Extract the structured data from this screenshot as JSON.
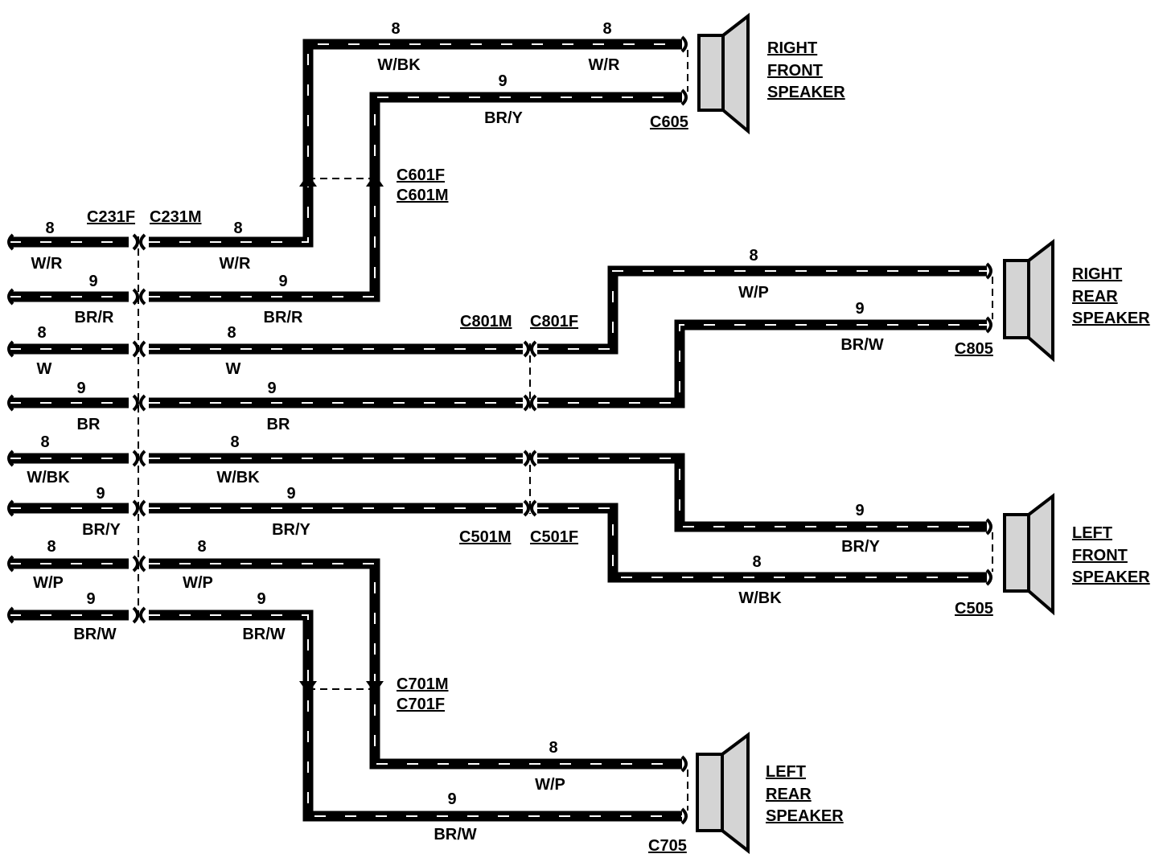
{
  "connectors": {
    "c231f": "C231F",
    "c231m": "C231M",
    "c601f": "C601F",
    "c601m": "C601M",
    "c605": "C605",
    "c801m": "C801M",
    "c801f": "C801F",
    "c805": "C805",
    "c501m": "C501M",
    "c501f": "C501F",
    "c505": "C505",
    "c701m": "C701M",
    "c701f": "C701F",
    "c705": "C705"
  },
  "speakers": {
    "right_front": {
      "line1": "RIGHT",
      "line2": "FRONT",
      "line3": "SPEAKER"
    },
    "right_rear": {
      "line1": "RIGHT",
      "line2": "REAR",
      "line3": "SPEAKER"
    },
    "left_front": {
      "line1": "LEFT",
      "line2": "FRONT",
      "line3": "SPEAKER"
    },
    "left_rear": {
      "line1": "LEFT",
      "line2": "REAR",
      "line3": "SPEAKER"
    }
  },
  "wires": {
    "left_w_r": {
      "gauge": "8",
      "color": "W/R"
    },
    "left_br_r": {
      "gauge": "9",
      "color": "BR/R"
    },
    "left_w": {
      "gauge": "8",
      "color": "W"
    },
    "left_br": {
      "gauge": "9",
      "color": "BR"
    },
    "left_w_bk": {
      "gauge": "8",
      "color": "W/BK"
    },
    "left_br_y": {
      "gauge": "9",
      "color": "BR/Y"
    },
    "left_w_p": {
      "gauge": "8",
      "color": "W/P"
    },
    "left_br_w": {
      "gauge": "9",
      "color": "BR/W"
    },
    "mid_w_r": {
      "gauge": "8",
      "color": "W/R"
    },
    "mid_br_r": {
      "gauge": "9",
      "color": "BR/R"
    },
    "mid_w": {
      "gauge": "8",
      "color": "W"
    },
    "mid_br": {
      "gauge": "9",
      "color": "BR"
    },
    "mid_w_bk": {
      "gauge": "8",
      "color": "W/BK"
    },
    "mid_br_y": {
      "gauge": "9",
      "color": "BR/Y"
    },
    "mid_w_p": {
      "gauge": "8",
      "color": "W/P"
    },
    "mid_br_w": {
      "gauge": "9",
      "color": "BR/W"
    },
    "rf_top_left": {
      "gauge": "8",
      "color": "W/BK"
    },
    "rf_top_right": {
      "gauge": "8",
      "color": "W/R"
    },
    "rf_bottom": {
      "gauge": "9",
      "color": "BR/Y"
    },
    "rr_top": {
      "gauge": "8",
      "color": "W/P"
    },
    "rr_bottom": {
      "gauge": "9",
      "color": "BR/W"
    },
    "lf_top": {
      "gauge": "9",
      "color": "BR/Y"
    },
    "lf_bottom": {
      "gauge": "8",
      "color": "W/BK"
    },
    "lr_top": {
      "gauge": "8",
      "color": "W/P"
    },
    "lr_bottom": {
      "gauge": "9",
      "color": "BR/W"
    }
  }
}
